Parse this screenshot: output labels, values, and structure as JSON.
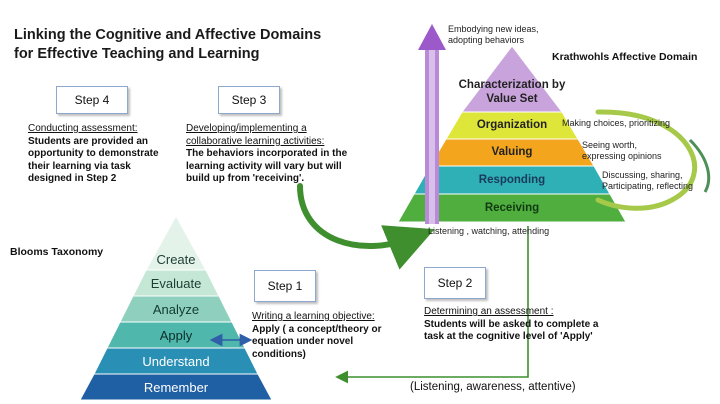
{
  "title": {
    "line1": "Linking the Cognitive and Affective Domains",
    "line2": "for Effective Teaching and Learning"
  },
  "steps": {
    "step1": {
      "label": "Step 1",
      "heading": "Writing a learning  objective:",
      "body": "Apply ( a concept/theory or equation under novel conditions)"
    },
    "step2": {
      "label": "Step 2",
      "heading": "Determining an assessment :",
      "body": "Students will be asked to complete a task at the cognitive level of 'Apply'"
    },
    "step3": {
      "label": "Step 3",
      "heading": "Developing/implementing a collaborative learning activities:",
      "body": "The behaviors incorporated in the learning activity will vary but will build up from 'receiving'."
    },
    "step4": {
      "label": "Step 4",
      "heading": "Conducting assessment:",
      "body": "Students are provided an opportunity to demonstrate their learning via task designed in Step 2"
    }
  },
  "blooms": {
    "label": "Blooms Taxonomy",
    "levels": [
      "Create",
      "Evaluate",
      "Analyze",
      "Apply",
      "Understand",
      "Remember"
    ],
    "colors": [
      "#e4f3ea",
      "#c5e8d6",
      "#8ed0bd",
      "#4fb7ab",
      "#2a8fb5",
      "#1f5fa3"
    ]
  },
  "krathwohl": {
    "label": "Krathwohls Affective Domain",
    "levels": [
      "Characterization by Value Set",
      "Organization",
      "Valuing",
      "Responding",
      "Receiving"
    ],
    "colors": [
      "#c9a3dc",
      "#dfe63a",
      "#f3a51e",
      "#2eb0b6",
      "#4fae3e"
    ],
    "arrow_color": "#9c59c9",
    "annotations": {
      "top": "Embodying new ideas, adopting behaviors",
      "organization": "Making choices, prioritizing",
      "valuing": "Seeing worth, expressing opinions",
      "responding": "Discussing, sharing, Participating, reflecting",
      "receiving": "Listening , watching, attending"
    }
  },
  "bottom_label": "(Listening, awareness, attentive)",
  "colors": {
    "green_arrow": "#3f8f2f",
    "blue_arrow": "#2f5fa8"
  }
}
